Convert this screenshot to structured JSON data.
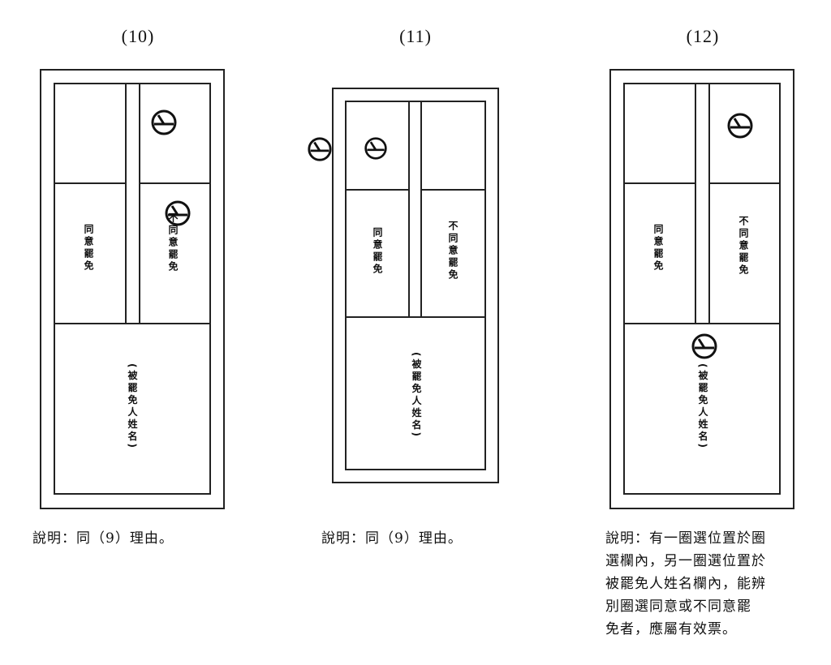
{
  "panels": [
    {
      "title": "(10)",
      "agree_label": "同意罷免",
      "disagree_label": "不同意罷免",
      "name_label": "(被罷免人姓名)",
      "caption": "說明：同（9）理由。"
    },
    {
      "title": "(11)",
      "agree_label": "同意罷免",
      "disagree_label": "不同意罷免",
      "name_label": "(被罷免人姓名)",
      "caption": "說明：同（9）理由。"
    },
    {
      "title": "(12)",
      "agree_label": "同意罷免",
      "disagree_label": "不同意罷免",
      "name_label": "(被罷免人姓名)",
      "caption_lines": [
        "說明：有一圈選位置於圈",
        "選欄內，另一圈選位置於",
        "被罷免人姓名欄內，能辨",
        "別圈選同意或不同意罷",
        "免者，應屬有效票。"
      ]
    }
  ],
  "icons": {
    "stamp": "ballot-stamp-icon"
  }
}
